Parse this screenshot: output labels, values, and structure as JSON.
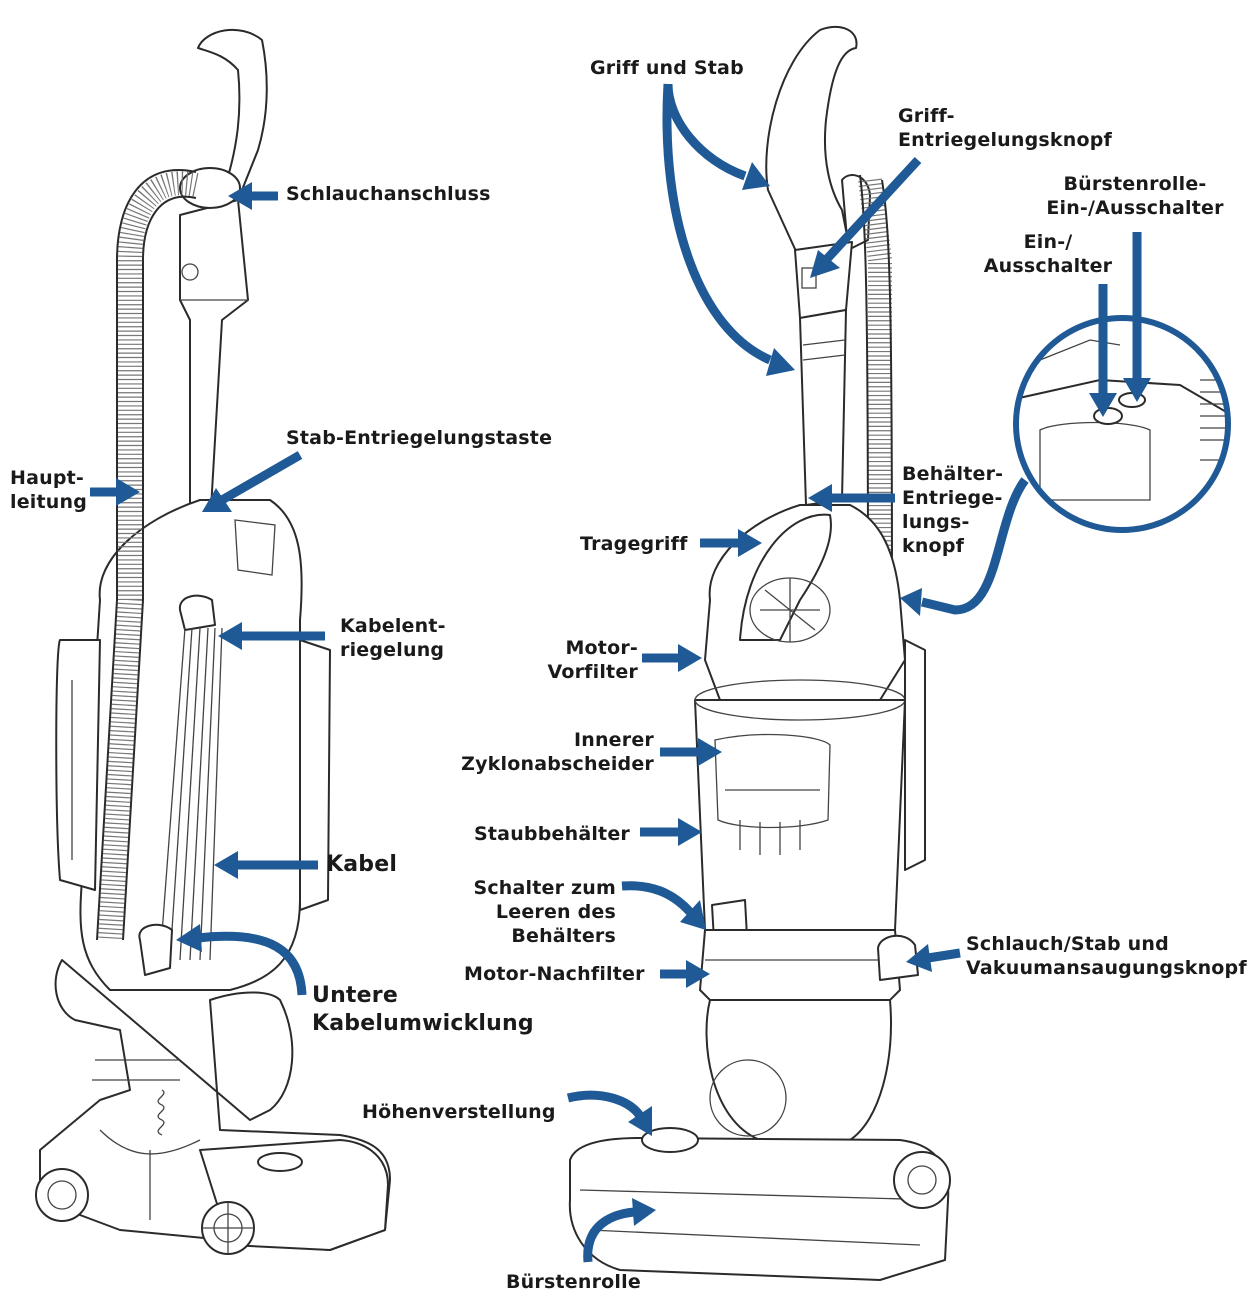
{
  "colors": {
    "arrow": "#1f5a96",
    "outline": "#2b2b2b",
    "background": "#ffffff"
  },
  "labels": {
    "schlauchanschluss": "Schlauchanschluss",
    "stab_entriegelungstaste": "Stab-Entriegelungstaste",
    "hauptleitung": [
      "Haupt-",
      "leitung"
    ],
    "kabelentriegelung": [
      "Kabelent-",
      "riegelung"
    ],
    "kabel": "Kabel",
    "untere_kabelumwicklung": [
      "Untere",
      "Kabelumwicklung"
    ],
    "griff_und_stab": "Griff und Stab",
    "griff_entriegelungsknopf": [
      "Griff-",
      "Entriegelungsknopf"
    ],
    "buerstenrolle_schalter": [
      "Bürstenrolle-",
      "Ein-/Ausschalter"
    ],
    "ein_ausschalter": [
      "Ein-/",
      "Ausschalter"
    ],
    "behaelter_entriegelungsknopf": [
      "Behälter-",
      "Entriege-",
      "lungs-",
      "knopf"
    ],
    "tragegriff": "Tragegriff",
    "motor_vorfilter": [
      "Motor-",
      "Vorfilter"
    ],
    "innerer_zyklonabscheider": [
      "Innerer",
      "Zyklonabscheider"
    ],
    "staubbehaelter": "Staubbehälter",
    "schalter_leeren": [
      "Schalter zum",
      "Leeren des",
      "Behälters"
    ],
    "motor_nachfilter": "Motor-Nachfilter",
    "schlauch_stab": [
      "Schlauch/Stab und",
      "Vakuumansaugungsknopf"
    ],
    "hoehenverstellung": "Höhenverstellung",
    "buerstenrolle": "Bürstenrolle"
  }
}
